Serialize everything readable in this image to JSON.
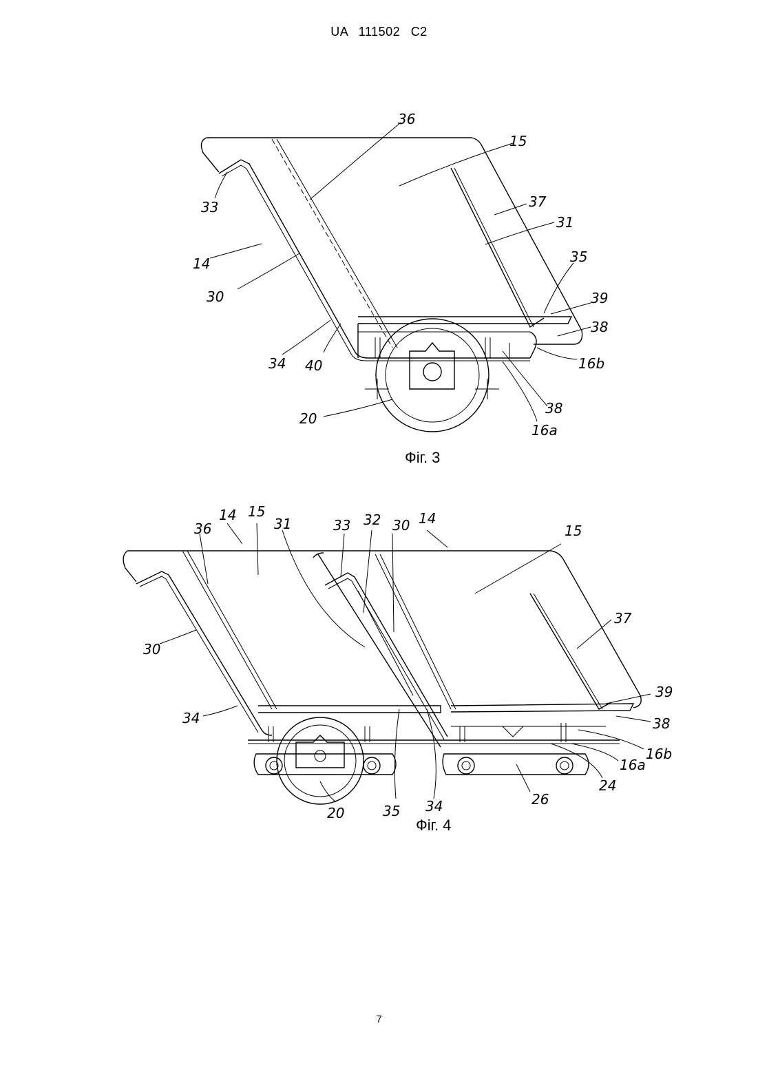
{
  "header": {
    "patent_number": "UA   111502   C2"
  },
  "figure3": {
    "caption": "Фіг. 3",
    "labels": [
      "36",
      "15",
      "37",
      "31",
      "33",
      "14",
      "35",
      "30",
      "39",
      "38",
      "34",
      "40",
      "16b",
      "20",
      "38",
      "16a"
    ]
  },
  "figure4": {
    "caption": "Фіг. 4",
    "labels": [
      "14",
      "15",
      "36",
      "31",
      "33",
      "32",
      "30",
      "14",
      "15",
      "37",
      "30",
      "39",
      "38",
      "34",
      "16b",
      "16a",
      "24",
      "35",
      "34",
      "26",
      "20"
    ]
  },
  "footer": {
    "page_number": "7"
  }
}
